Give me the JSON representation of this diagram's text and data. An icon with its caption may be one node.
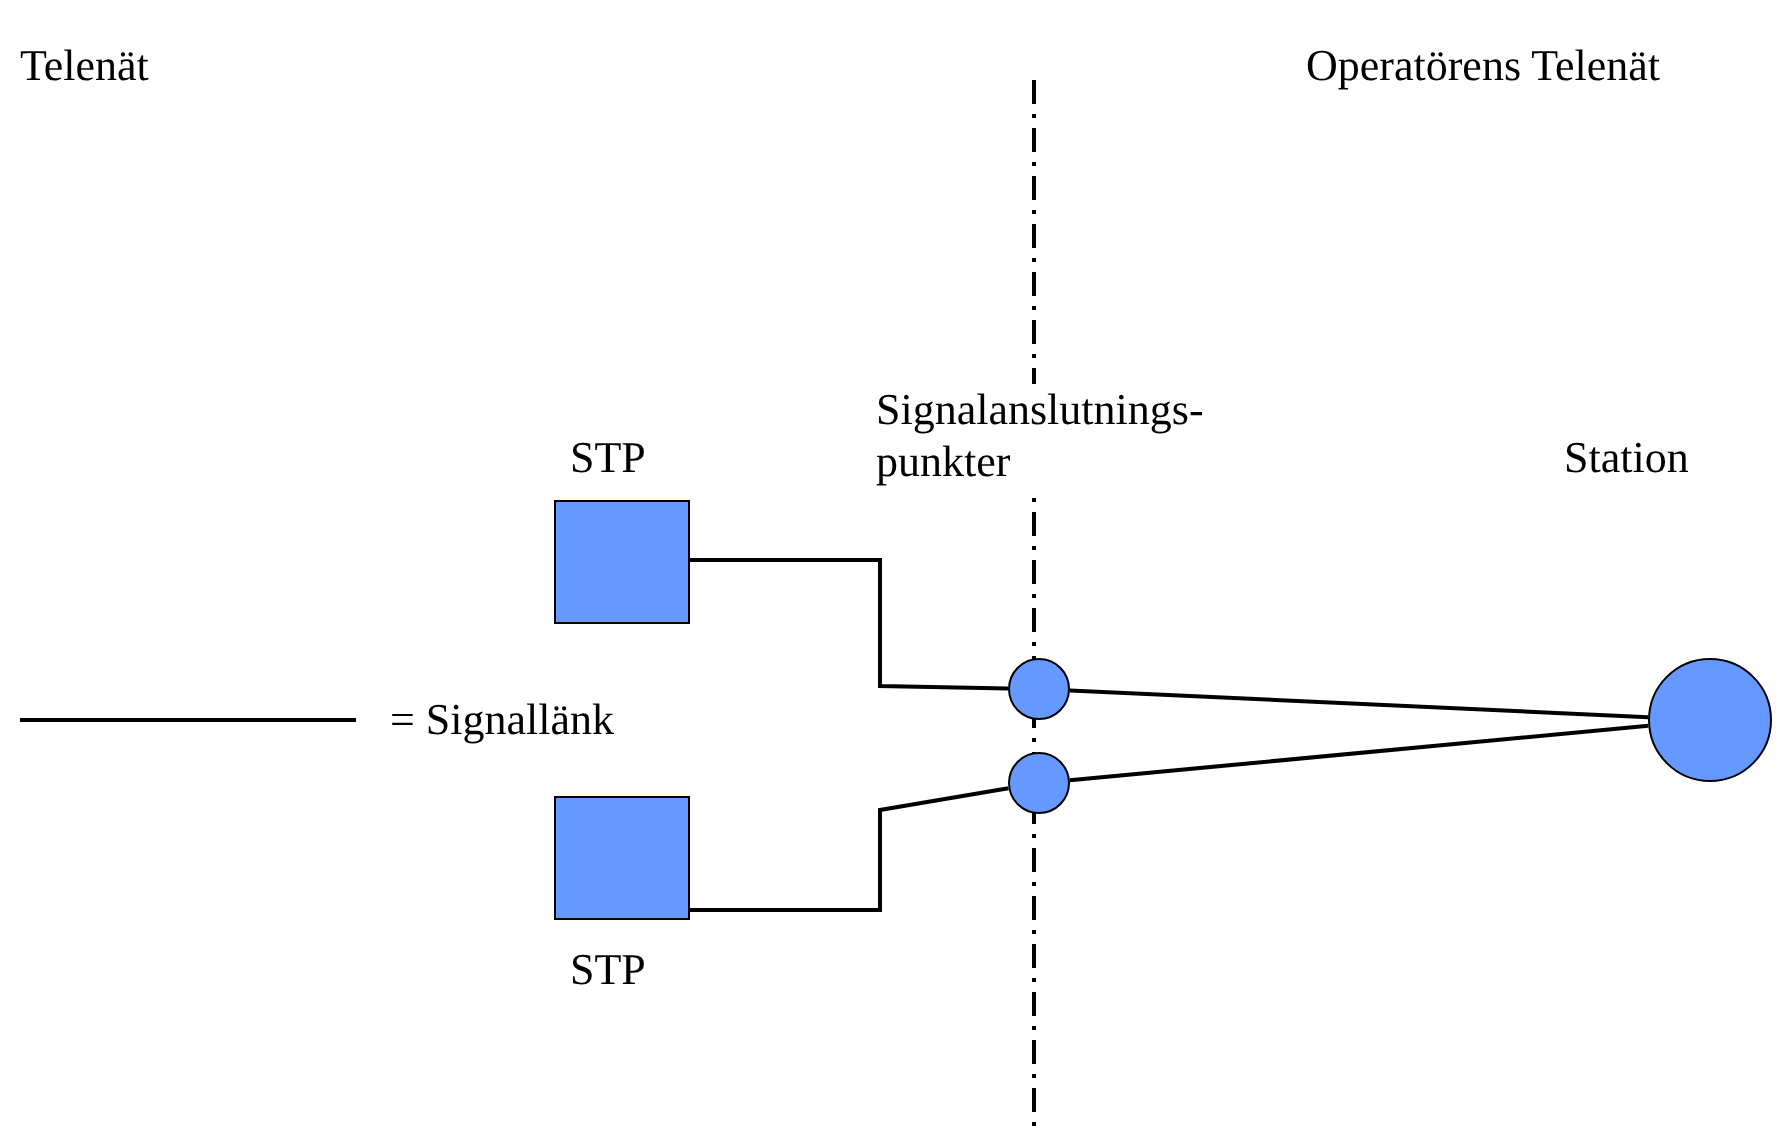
{
  "diagram": {
    "nodes": [
      {
        "text": [
          "STP"
        ]
      },
      {
        "text": [
          "STP"
        ]
      },
      {
        "text": [],
        "shape": "circle"
      },
      {
        "text": [],
        "shape": "circle"
      },
      {
        "text": [
          "Station"
        ]
      }
    ],
    "edges": [
      {
        "from": 0,
        "to": 2,
        "arrow": "none"
      },
      {
        "from": 1,
        "to": 3,
        "arrow": "none"
      },
      {
        "from": 2,
        "to": 4,
        "arrow": "none"
      },
      {
        "from": 3,
        "to": 4,
        "arrow": "none"
      }
    ],
    "labels": [
      "Telenät",
      "Operatörens Telenät",
      "Signalanslutnings- punkter"
    ],
    "legend": [
      {
        "text": "= Signallänk"
      }
    ]
  }
}
